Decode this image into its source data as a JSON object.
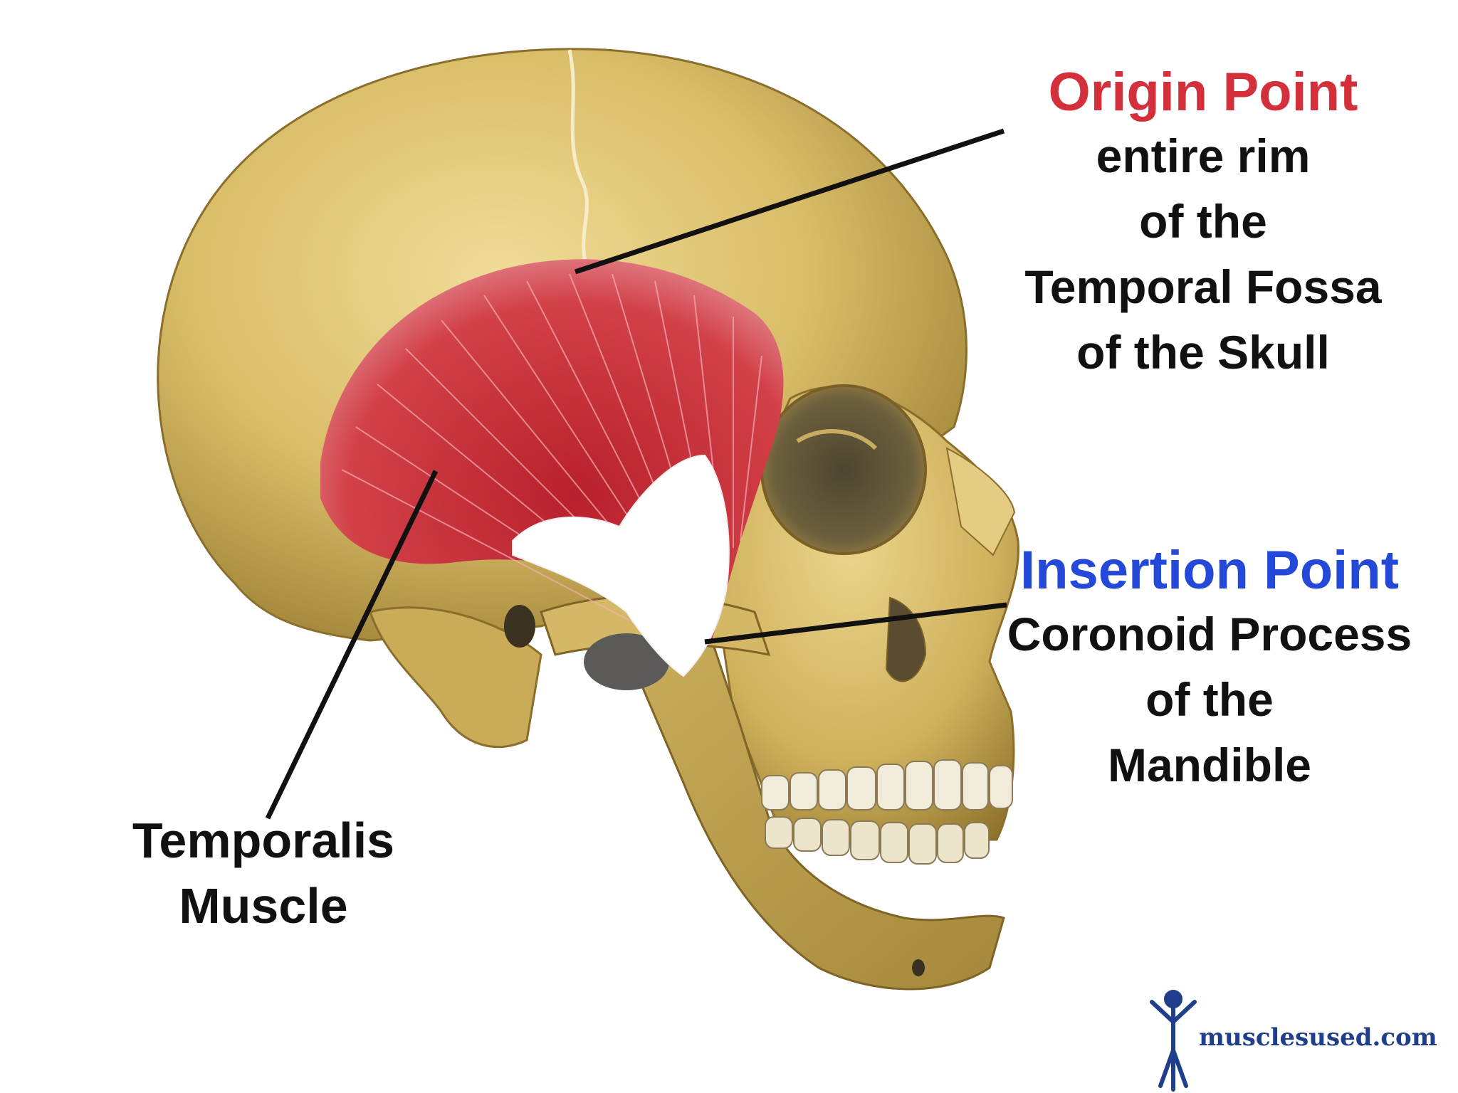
{
  "origin": {
    "heading": "Origin Point",
    "lines": [
      "entire rim",
      "of the",
      "Temporal Fossa",
      "of the Skull"
    ]
  },
  "insertion": {
    "heading": "Insertion Point",
    "lines": [
      "Coronoid Process",
      "of the",
      "Mandible"
    ]
  },
  "muscle": {
    "lines": [
      "Temporalis",
      "Muscle"
    ]
  },
  "watermark": {
    "text": "musclesused.com"
  },
  "colors": {
    "origin_heading": "#d4303c",
    "insertion_heading": "#2448d8",
    "label_text": "#111111",
    "bone": "#d9be6a",
    "muscle": "#c7303a",
    "tendon": "#ffffff",
    "logo": "#1f3f8c"
  },
  "icons": {
    "logo": "stick-figure-icon"
  }
}
